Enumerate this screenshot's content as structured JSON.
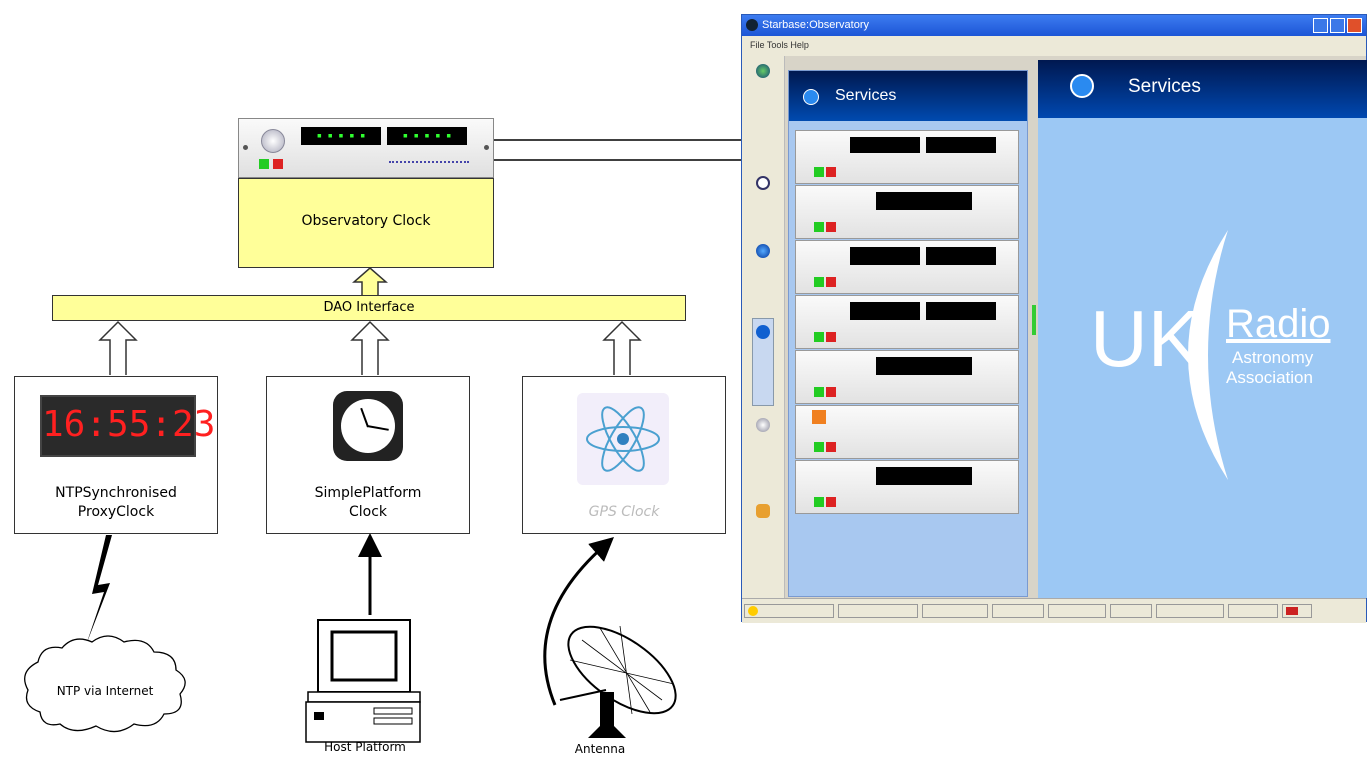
{
  "diagram": {
    "observatory_clock": "Observatory Clock",
    "dao_interface": "DAO Interface",
    "ntp_clock": [
      "NTPSynchronised",
      "ProxyClock"
    ],
    "ntp_display": "16:55:23",
    "simple_clock": [
      "SimplePlatform",
      "Clock"
    ],
    "gps_clock": "GPS Clock",
    "ntp_cloud": "NTP via Internet",
    "host_platform": "Host Platform",
    "antenna": "Antenna",
    "colors": {
      "yellow": "#ffff99",
      "lcd_green": "#30ff30"
    }
  },
  "window": {
    "title": "Starbase:Observatory",
    "menu": "File  Tools  Help",
    "left_header": "Services",
    "right_header": "Services",
    "logo": {
      "uk": "UK",
      "radio": "Radio",
      "line2": "Astronomy",
      "line3": "Association"
    },
    "accent": "#1c55d6"
  }
}
